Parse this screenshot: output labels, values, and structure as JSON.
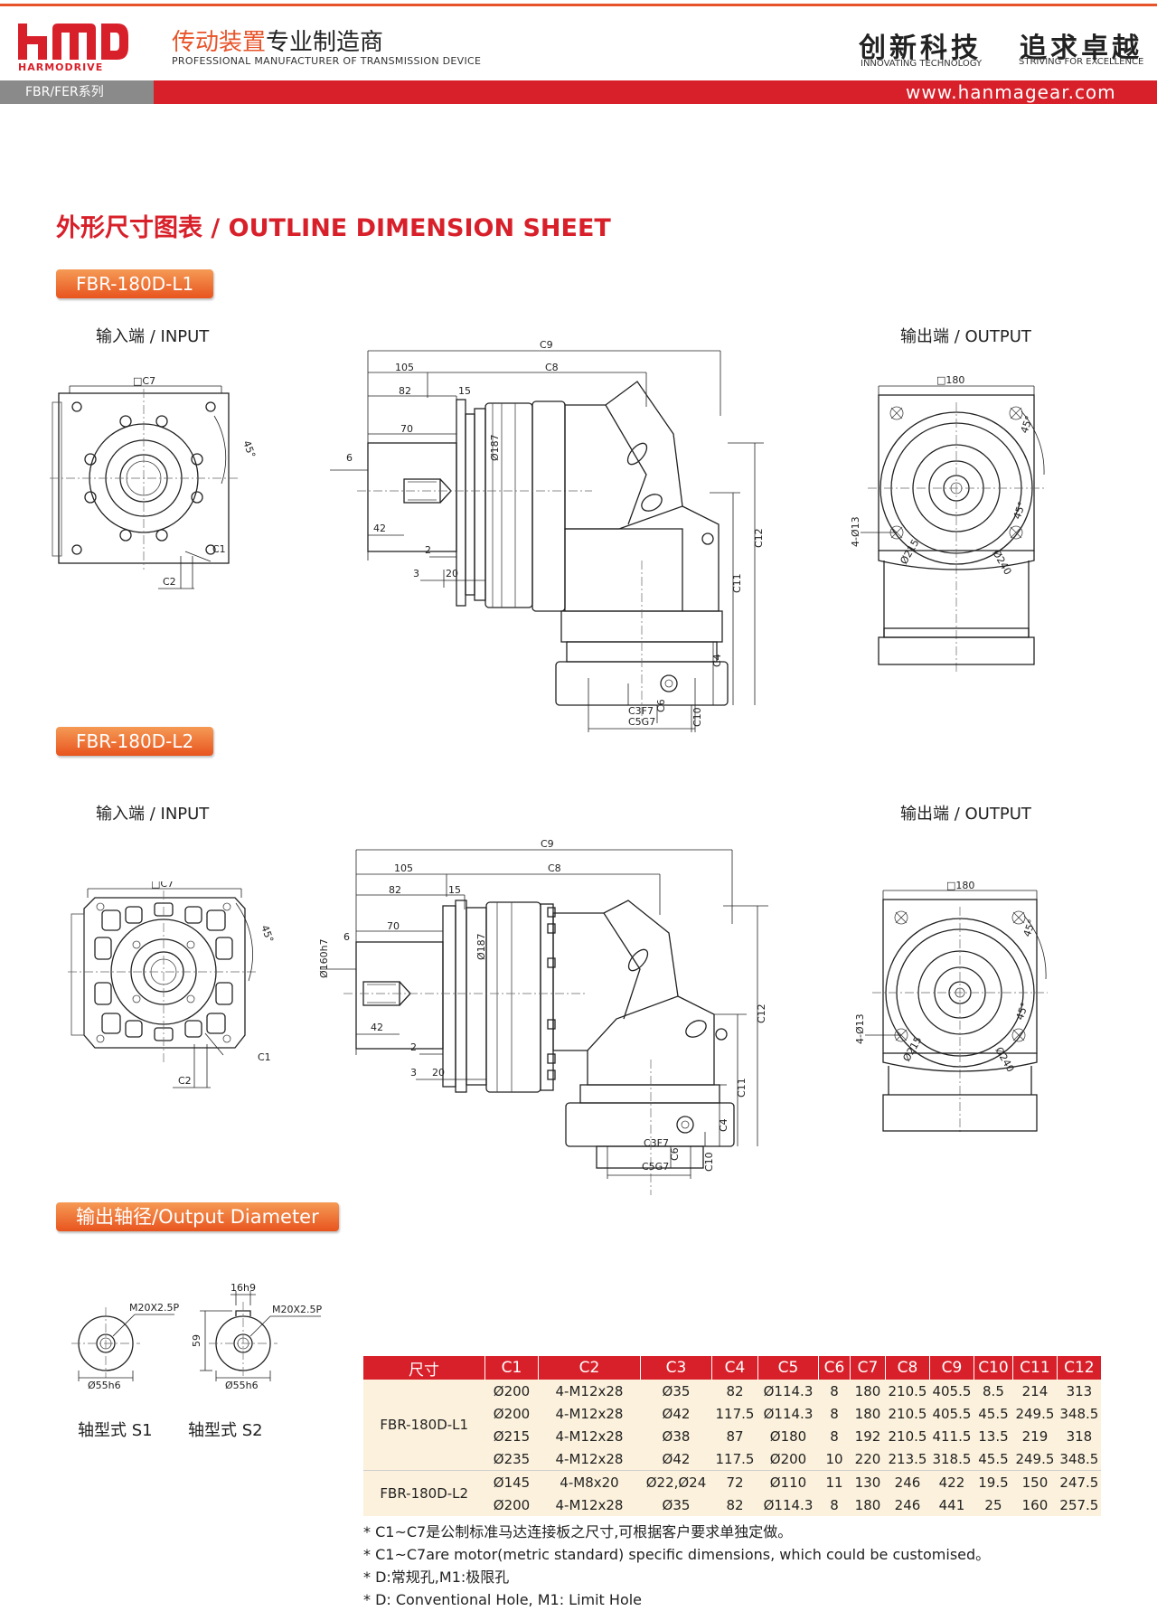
{
  "header": {
    "logo_text": "HMD",
    "brand": "HARMODRIVE",
    "title_orange": "传动装置",
    "title_black": "专业制造商",
    "subtitle": "PROFESSIONAL MANUFACTURER OF TRANSMISSION DEVICE",
    "slogan1": "创新科技",
    "slogan1_en": "INNOVATING TECHNOLOGY",
    "slogan2": "追求卓越",
    "slogan2_en": "STRIVING FOR EXCELLENCE",
    "series": "FBR/FER系列",
    "website": "www.hanmagear.com"
  },
  "page_title": "外形尺寸图表 / OUTLINE DIMENSION SHEET",
  "sections": [
    {
      "model": "FBR-180D-L1",
      "input_label": "输入端 / INPUT",
      "output_label": "输出端 / OUTPUT"
    },
    {
      "model": "FBR-180D-L2",
      "input_label": "输入端 / INPUT",
      "output_label": "输出端 / OUTPUT"
    }
  ],
  "dims": {
    "c1": "C1",
    "c2": "C2",
    "c3": "C3F7",
    "c4": "C4",
    "c5": "C5G7",
    "c6": "C6",
    "c7": "□C7",
    "c8": "C8",
    "c9": "C9",
    "c10": "C10",
    "c11": "C11",
    "c12": "C12",
    "d105": "105",
    "d82": "82",
    "d15": "15",
    "d70": "70",
    "d6": "6",
    "d42": "42",
    "d2": "2",
    "d3": "3",
    "d20": "20",
    "d160": "Ø160h7",
    "d187": "Ø187",
    "sq180": "□180",
    "deg45": "45°",
    "holes": "4-Ø13",
    "d215": "Ø215",
    "d240": "Ø240"
  },
  "output_section": {
    "title": "输出轴径/Output Diameter",
    "s1": {
      "thread": "M20X2.5P",
      "dia": "Ø55h6",
      "label": "轴型式 S1"
    },
    "s2": {
      "thread": "M20X2.5P",
      "dia": "Ø55h6",
      "key": "16h9",
      "depth": "59",
      "label": "轴型式 S2"
    }
  },
  "table": {
    "headers": [
      "尺寸",
      "C1",
      "C2",
      "C3",
      "C4",
      "C5",
      "C6",
      "C7",
      "C8",
      "C9",
      "C10",
      "C11",
      "C12"
    ],
    "groups": [
      {
        "model": "FBR-180D-L1",
        "rows": [
          [
            "Ø200",
            "4-M12x28",
            "Ø35",
            "82",
            "Ø114.3",
            "8",
            "180",
            "210.5",
            "405.5",
            "8.5",
            "214",
            "313"
          ],
          [
            "Ø200",
            "4-M12x28",
            "Ø42",
            "117.5",
            "Ø114.3",
            "8",
            "180",
            "210.5",
            "405.5",
            "45.5",
            "249.5",
            "348.5"
          ],
          [
            "Ø215",
            "4-M12x28",
            "Ø38",
            "87",
            "Ø180",
            "8",
            "192",
            "210.5",
            "411.5",
            "13.5",
            "219",
            "318"
          ],
          [
            "Ø235",
            "4-M12x28",
            "Ø42",
            "117.5",
            "Ø200",
            "10",
            "220",
            "213.5",
            "318.5",
            "45.5",
            "249.5",
            "348.5"
          ]
        ]
      },
      {
        "model": "FBR-180D-L2",
        "rows": [
          [
            "Ø145",
            "4-M8x20",
            "Ø22,Ø24",
            "72",
            "Ø110",
            "11",
            "130",
            "246",
            "422",
            "19.5",
            "150",
            "247.5"
          ],
          [
            "Ø200",
            "4-M12x28",
            "Ø35",
            "82",
            "Ø114.3",
            "8",
            "180",
            "246",
            "441",
            "25",
            "160",
            "257.5"
          ]
        ]
      }
    ]
  },
  "notes": [
    "* C1~C7是公制标准马达连接板之尺寸,可根据客户要求单独定做。",
    "* C1~C7are motor(metric standard)  specific dimensions, which could be customised。",
    "* D:常规孔,M1:极限孔",
    "* D: Conventional Hole, M1: Limit Hole"
  ],
  "colors": {
    "brand_red": "#d8202a",
    "accent_orange": "#e8542a",
    "table_fill": "#fbf1dc"
  }
}
